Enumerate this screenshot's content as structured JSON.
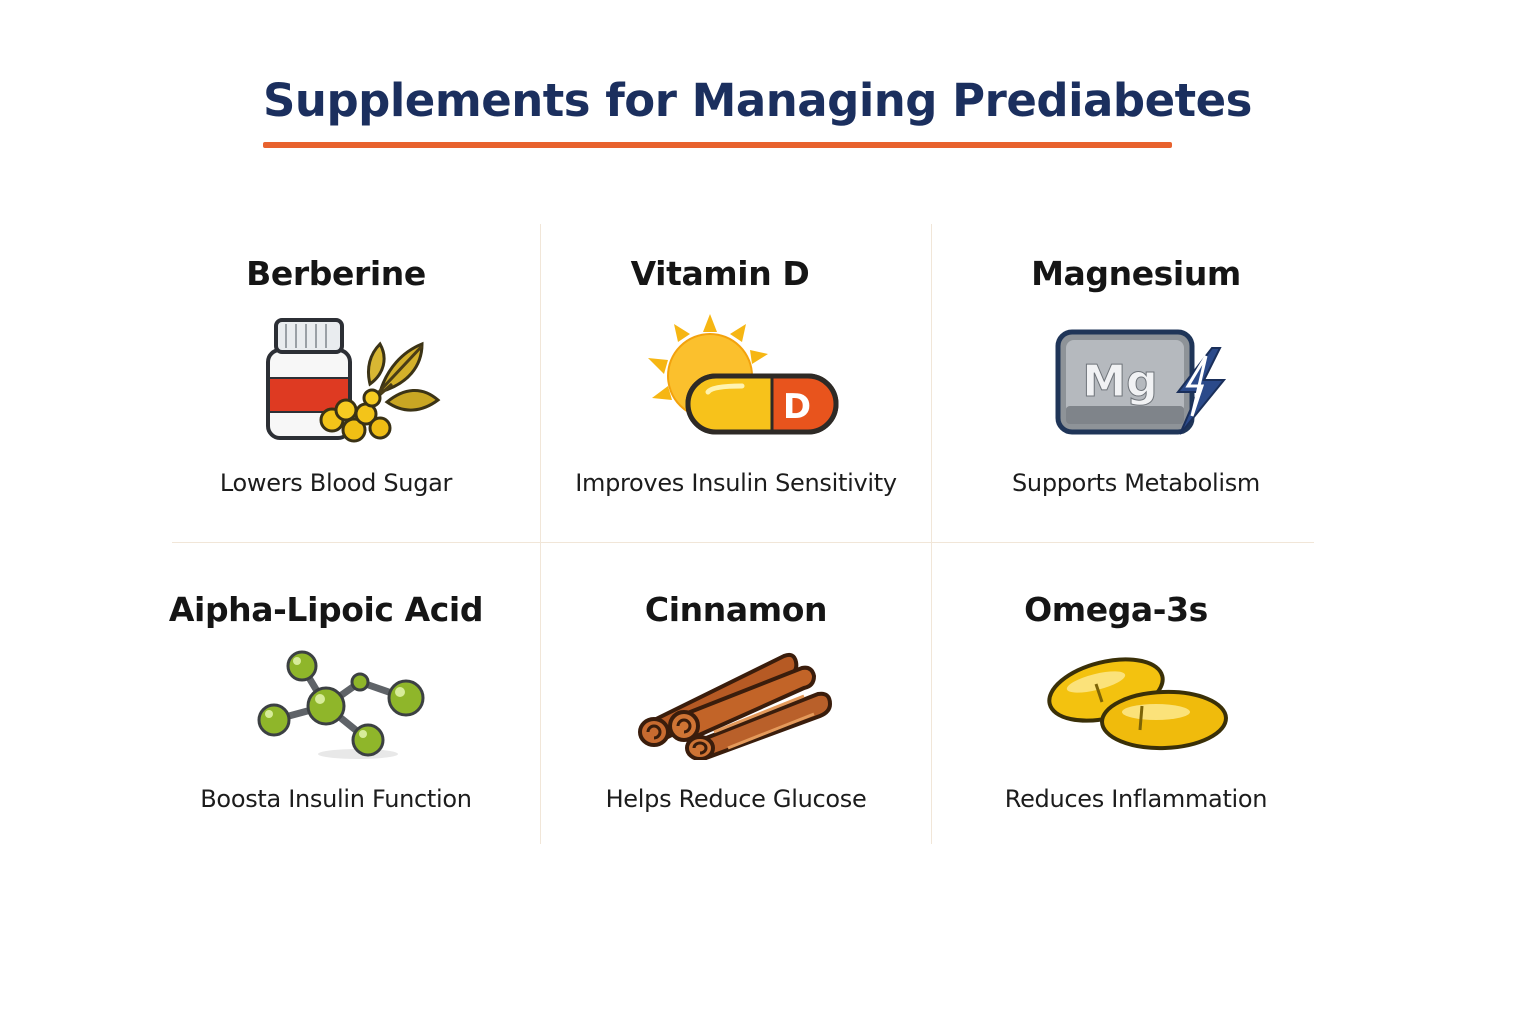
{
  "title": "Supplements for Managing Prediabetes",
  "colors": {
    "title": "#1b2f5e",
    "underline": "#e8622e",
    "divider": "#f1e6d8"
  },
  "supplements": [
    {
      "name": "Berberine",
      "benefit": "Lowers Blood Sugar",
      "icon": "berberine-bottle-icon"
    },
    {
      "name": "Vitamin D",
      "benefit": "Improves Insulin Sensitivity",
      "icon": "sun-capsule-icon",
      "capsule_letter": "D"
    },
    {
      "name": "Magnesium",
      "benefit": "Supports Metabolism",
      "icon": "magnesium-battery-icon",
      "symbol": "Mg"
    },
    {
      "name": "Aipha-Lipoic Acid",
      "benefit": "Boosta Insulin Function",
      "icon": "molecule-icon"
    },
    {
      "name": "Cinnamon",
      "benefit": "Helps Reduce Glucose",
      "icon": "cinnamon-sticks-icon"
    },
    {
      "name": "Omega-3s",
      "benefit": "Reduces Inflammation",
      "icon": "softgel-capsules-icon"
    }
  ]
}
